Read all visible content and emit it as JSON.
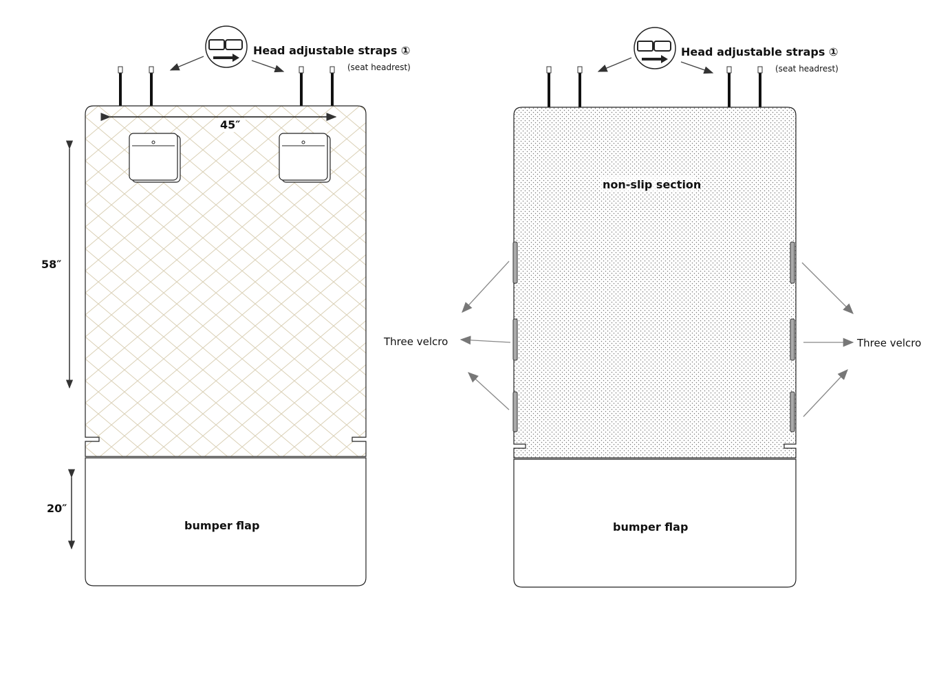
{
  "top_watermark": "",
  "left_panel": {
    "strap_label": "Head adjustable straps ①",
    "strap_sublabel": "(seat headrest)",
    "width_label": "45″",
    "height_label": "58″",
    "flap_height_label": "20″",
    "flap_label": "bumper flap"
  },
  "right_panel": {
    "strap_label": "Head adjustable straps ①",
    "strap_sublabel": "(seat headrest)",
    "section_label": "non-slip section",
    "velcro_left_label": "Three velcro",
    "velcro_right_label": "Three velcro",
    "flap_label": "bumper flap"
  },
  "colors": {
    "quilt_line": "#d9cfb4",
    "outline": "#222222",
    "velcro": "#aaaaaa",
    "arrow": "#888888",
    "dots": "#777777"
  },
  "icons": [
    "buckle-icon",
    "arrow-right-icon"
  ]
}
